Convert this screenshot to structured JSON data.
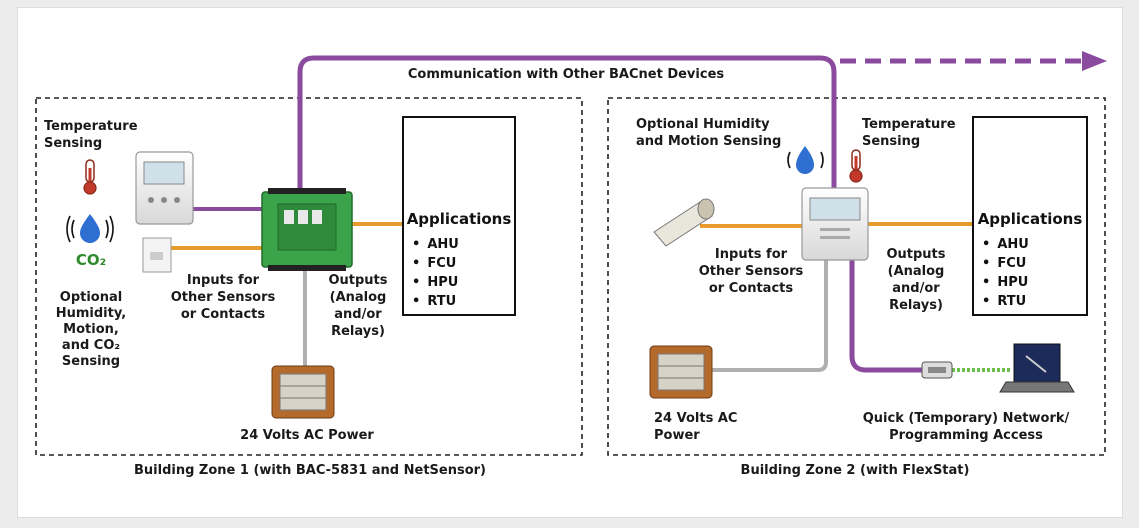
{
  "title": "Communication with Other BACnet Devices",
  "colors": {
    "network_line": "#8a4a9e",
    "sensor_line": "#e89a2c",
    "power_line": "#b0b0b0",
    "programming_line": "#6cbf4a",
    "controller_green": "#3ba34a",
    "water_drop": "#2f6fd1",
    "co2_green": "#2e8b2e"
  },
  "zone1": {
    "caption": "Building Zone 1 (with BAC-5831 and NetSensor)",
    "temp_label": "Temperature\nSensing",
    "co2_icon_text": "CO₂",
    "optional_label": "Optional\nHumidity,\nMotion,\nand CO₂\nSensing",
    "inputs_label": "Inputs for\nOther Sensors\nor Contacts",
    "outputs_label": "Outputs\n(Analog\nand/or\nRelays)",
    "power_label": "24 Volts AC Power",
    "applications": {
      "title": "Applications",
      "items": [
        "AHU",
        "FCU",
        "HPU",
        "RTU"
      ]
    }
  },
  "zone2": {
    "caption": "Building Zone 2 (with FlexStat)",
    "optional_label": "Optional Humidity\nand Motion Sensing",
    "temp_label": "Temperature\nSensing",
    "inputs_label": "Inputs for\nOther Sensors\nor Contacts",
    "outputs_label": "Outputs\n(Analog\nand/or\nRelays)",
    "power_label": "24 Volts AC\nPower",
    "access_label": "Quick (Temporary) Network/\nProgramming Access",
    "applications": {
      "title": "Applications",
      "items": [
        "AHU",
        "FCU",
        "HPU",
        "RTU"
      ]
    }
  }
}
